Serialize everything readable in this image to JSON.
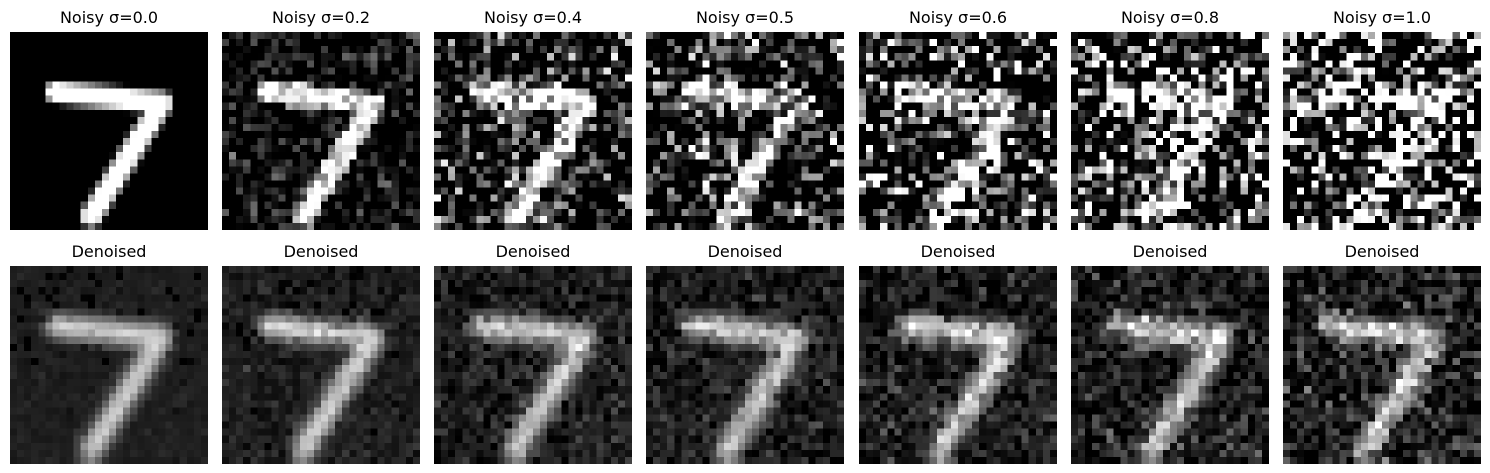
{
  "rows": [
    {
      "kind": "noisy",
      "panels": [
        {
          "title": "Noisy σ=0.0",
          "sigma": 0.0
        },
        {
          "title": "Noisy σ=0.2",
          "sigma": 0.2
        },
        {
          "title": "Noisy σ=0.4",
          "sigma": 0.4
        },
        {
          "title": "Noisy σ=0.5",
          "sigma": 0.5
        },
        {
          "title": "Noisy σ=0.6",
          "sigma": 0.6
        },
        {
          "title": "Noisy σ=0.8",
          "sigma": 0.8
        },
        {
          "title": "Noisy σ=1.0",
          "sigma": 1.0
        }
      ]
    },
    {
      "kind": "denoised",
      "panels": [
        {
          "title": "Denoised",
          "sigma": 0.0
        },
        {
          "title": "Denoised",
          "sigma": 0.2
        },
        {
          "title": "Denoised",
          "sigma": 0.4
        },
        {
          "title": "Denoised",
          "sigma": 0.5
        },
        {
          "title": "Denoised",
          "sigma": 0.6
        },
        {
          "title": "Denoised",
          "sigma": 0.8
        },
        {
          "title": "Denoised",
          "sigma": 1.0
        }
      ]
    }
  ],
  "colormap": "grayscale"
}
